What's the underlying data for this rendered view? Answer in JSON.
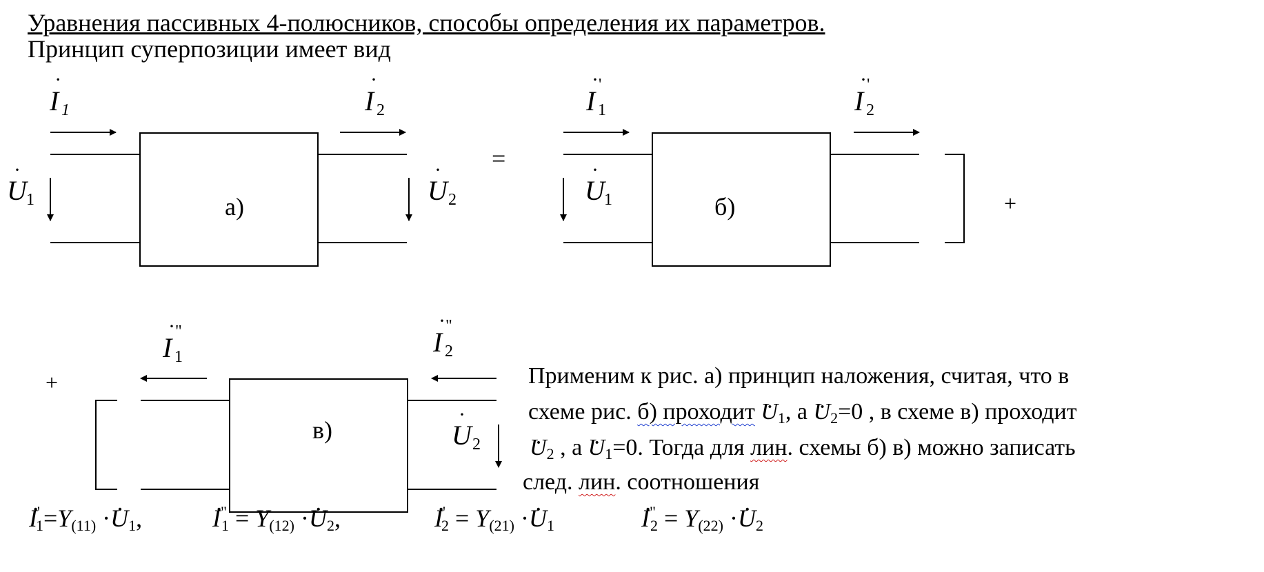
{
  "header": {
    "title": "Уравнения пассивных 4-полюсников, способы определения их параметров.",
    "subtitle": "Принцип суперпозиции имеет вид"
  },
  "diagram_a": {
    "label": "а)",
    "i1": "I",
    "i1_sub": "1",
    "i2": "I",
    "i2_sub": "2",
    "u1": "U",
    "u1_sub": "1",
    "u2": "U",
    "u2_sub": "2"
  },
  "equals_sign": "=",
  "diagram_b": {
    "label": "б)",
    "i1": "I",
    "i1_sub": "1",
    "i1_sup": "'",
    "i2": "I",
    "i2_sub": "2",
    "i2_sup": "'",
    "u1": "U",
    "u1_sub": "1"
  },
  "plus_right": "+",
  "plus_left": "+",
  "diagram_c": {
    "label": "в)",
    "i1": "I",
    "i1_sub": "1",
    "i1_sup": "\"",
    "i2": "I",
    "i2_sub": "2",
    "i2_sup": "\"",
    "u2": "U",
    "u2_sub": "2"
  },
  "paragraph": {
    "l1": "Применим к рис. а) принцип наложения, считая, что в",
    "l2_a": "схеме рис. ",
    "l2_b": "б)  проходит",
    "l2_c": ", а",
    "l2_d": "=0 , в схеме в) проходит",
    "l3_a": ", а",
    "l3_b": "=0. Тогда для ",
    "l3_c": "лин",
    "l3_d": ". схемы б) в) можно записать",
    "l4_a": "след. ",
    "l4_b": "лин",
    "l4_c": ". соотношения"
  },
  "equations": [
    {
      "lhs_sup": "'",
      "lhs_sub": "1",
      "coef_sub": "(11)",
      "rhs_sub": "1",
      "tail": ","
    },
    {
      "lhs_sup": "\"",
      "lhs_sub": "1",
      "coef_sub": "(12)",
      "rhs_sub": "2",
      "tail": ","
    },
    {
      "lhs_sup": "'",
      "lhs_sub": "2",
      "coef_sub": "(21)",
      "rhs_sub": "1",
      "tail": ""
    },
    {
      "lhs_sup": "\"",
      "lhs_sub": "2",
      "coef_sub": "(22)",
      "rhs_sub": "2",
      "tail": ""
    }
  ]
}
